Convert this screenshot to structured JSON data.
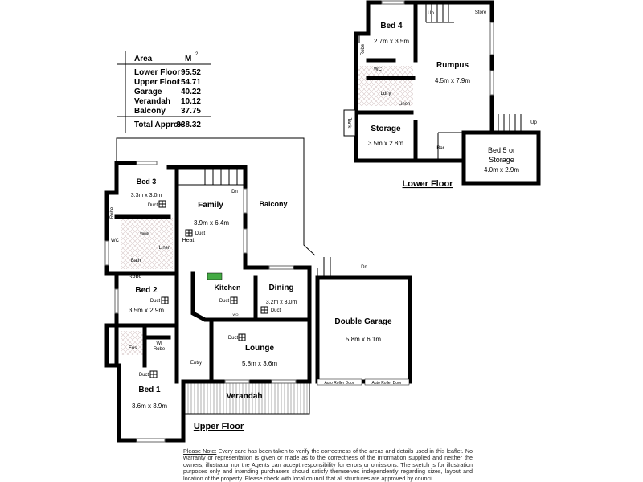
{
  "area_table": {
    "header_label": "Area",
    "header_unit": "M",
    "header_unit_sup": "2",
    "rows": [
      {
        "label": "Lower Floor",
        "value": "95.52"
      },
      {
        "label": "Upper Floor",
        "value": "154.71"
      },
      {
        "label": "Garage",
        "value": "40.22"
      },
      {
        "label": "Verandah",
        "value": "10.12"
      },
      {
        "label": "Balcony",
        "value": "37.75"
      }
    ],
    "total": {
      "label": "Total Approx",
      "value": "338.32"
    }
  },
  "lower_floor": {
    "title": "Lower Floor",
    "rooms": {
      "bed4": {
        "name": "Bed 4",
        "dims": "2.7m x 3.5m"
      },
      "rumpus": {
        "name": "Rumpus",
        "dims": "4.5m x 7.9m"
      },
      "storage": {
        "name": "Storage",
        "dims": "3.5m x 2.8m"
      },
      "bed5_line1": "Bed 5 or",
      "bed5_line2": "Storage",
      "bed5_dims": "4.0m x 2.9m"
    },
    "labels": {
      "robe": "Robe",
      "wc": "WC",
      "lndry": "Ldr'y",
      "linen": "Linen",
      "tank": "Tank",
      "bar": "Bar",
      "store": "Store",
      "up1": "Up",
      "up2": "Up"
    }
  },
  "upper_floor": {
    "title": "Upper Floor",
    "rooms": {
      "bed3": {
        "name": "Bed 3",
        "dims": "3.3m x 3.0m"
      },
      "family": {
        "name": "Family",
        "dims": "3.9m x 6.4m"
      },
      "balcony": {
        "name": "Balcony"
      },
      "bed2": {
        "name": "Bed 2",
        "dims": "3.5m x 2.9m"
      },
      "kitchen": {
        "name": "Kitchen"
      },
      "dining": {
        "name": "Dining",
        "dims": "3.2m x 3.0m"
      },
      "garage": {
        "name": "Double Garage",
        "dims": "5.8m x 6.1m"
      },
      "lounge": {
        "name": "Lounge",
        "dims": "5.8m x 3.6m"
      },
      "bed1": {
        "name": "Bed 1",
        "dims": "3.6m x 3.9m"
      },
      "verandah": {
        "name": "Verandah"
      }
    },
    "labels": {
      "robe1": "Robe",
      "robe2": "Robe",
      "wc": "WC",
      "vanity": "Vanity",
      "bath": "Bath",
      "linen": "Linen",
      "heat": "Heat",
      "dn1": "Dn",
      "dn2": "Dn",
      "ens": "Ens.",
      "wi1": "WI",
      "wi2": "Robe",
      "entry": "Entry",
      "wo": "WO",
      "duct": "Duct",
      "roller1": "Auto Roller Door",
      "roller2": "Auto Roller Door"
    }
  },
  "note": {
    "heading": "Please Note:",
    "text": "Every care has been taken to verify the correctness of the areas and details used in this leaflet. No warranty or representation is given or made as to the correctness of the information supplied and neither the owners, illustrator nor the Agents can accept responsibility for errors or omissions. The sketch is for illustration purposes only and intending purchasers should satisfy themselves independently regarding sizes, layout and location of the property. Please check with local council that all structures are approved by council."
  }
}
